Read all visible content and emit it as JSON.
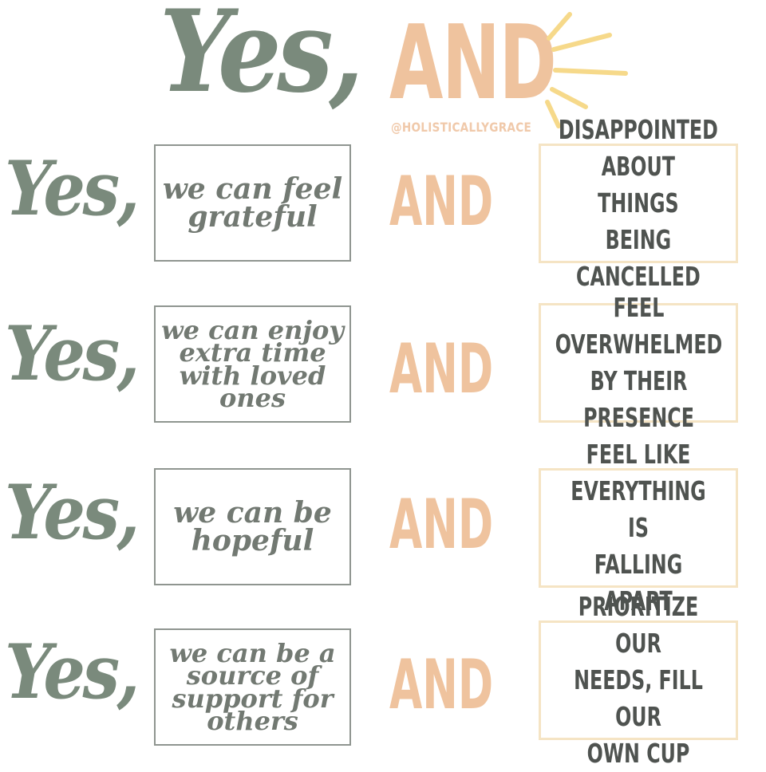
{
  "header": {
    "yes": "Yes,",
    "and": "AND",
    "handle": "@HOLISTICALLYGRACE"
  },
  "rows": [
    {
      "yes": "Yes,",
      "left": "we can feel grateful",
      "and": "AND",
      "right": "DISAPPOINTED\nABOUT THINGS\nBEING CANCELLED"
    },
    {
      "yes": "Yes,",
      "left": "we can enjoy extra time with loved ones",
      "and": "AND",
      "right": "FEEL OVERWHELMED\nBY THEIR PRESENCE"
    },
    {
      "yes": "Yes,",
      "left": "we can be hopeful",
      "and": "AND",
      "right": "FEEL LIKE\nEVERYTHING IS\nFALLING APART"
    },
    {
      "yes": "Yes,",
      "left": "we can be a source of support for others",
      "and": "AND",
      "right": "PRIORITIZE OUR\nNEEDS, FILL OUR\nOWN CUP"
    }
  ],
  "colors": {
    "sage": "#7a8a7c",
    "peach": "#efc39e",
    "sun_rays": "#f6d98a",
    "left_border": "#8f9590",
    "right_border": "#f5e4c4",
    "right_text": "#4f5350"
  },
  "icons": {
    "sun_rays": "sun-rays-icon"
  }
}
